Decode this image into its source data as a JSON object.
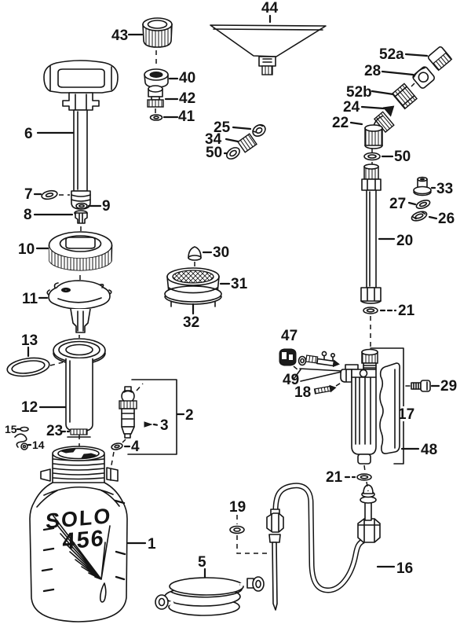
{
  "page": {
    "background": "#ffffff",
    "ink": "#141414",
    "description_text": ""
  },
  "logo": {
    "line1": "SOLO",
    "line2": "456"
  },
  "labels": {
    "n1": "1",
    "n2": "2",
    "n3": "3",
    "n4": "4",
    "n5": "5",
    "n6": "6",
    "n7": "7",
    "n8": "8",
    "n9": "9",
    "n10": "10",
    "n11": "11",
    "n12": "12",
    "n13": "13",
    "n14": "14",
    "n15": "15",
    "n16": "16",
    "n17": "17",
    "n18": "18",
    "n19": "19",
    "n20": "20",
    "n21_wand": "21",
    "n21_valve": "21",
    "n22": "22",
    "n23": "23",
    "n24": "24",
    "n25": "25",
    "n26": "26",
    "n27": "27",
    "n28": "28",
    "n29": "29",
    "n30": "30",
    "n31": "31",
    "n32": "32",
    "n33": "33",
    "n34": "34",
    "n40": "40",
    "n41": "41",
    "n42": "42",
    "n43": "43",
    "n44": "44",
    "n47": "47",
    "n48": "48",
    "n49": "49",
    "n50_nozzle": "50",
    "n50_elbow": "50",
    "n52a": "52a",
    "n52b": "52b"
  }
}
